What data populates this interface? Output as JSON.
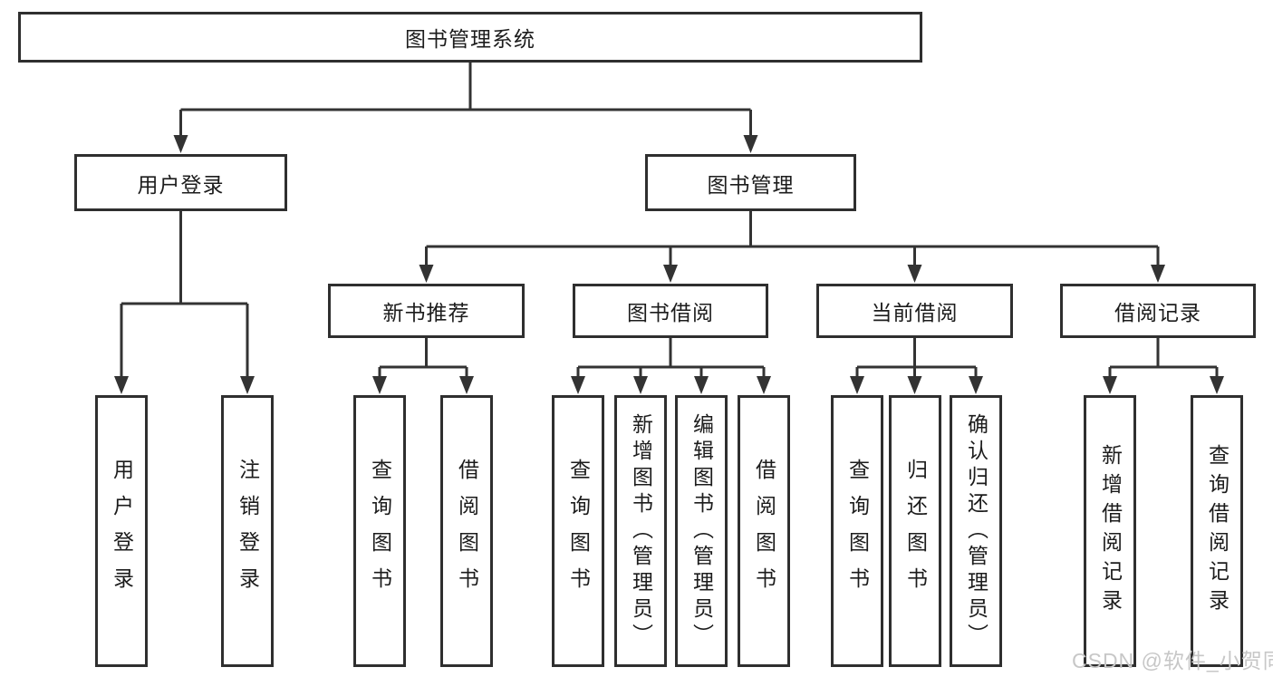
{
  "diagram": {
    "root": {
      "label": "图书管理系统"
    },
    "branches": [
      {
        "label": "用户登录",
        "children": [
          {
            "label": "用户登录"
          },
          {
            "label": "注销登录"
          }
        ]
      },
      {
        "label": "图书管理",
        "sections": [
          {
            "label": "新书推荐",
            "children": [
              {
                "label": "查询图书"
              },
              {
                "label": "借阅图书"
              }
            ]
          },
          {
            "label": "图书借阅",
            "children": [
              {
                "label": "查询图书"
              },
              {
                "label": "新增图书（管理员）"
              },
              {
                "label": "编辑图书（管理员）"
              },
              {
                "label": "借阅图书"
              }
            ]
          },
          {
            "label": "当前借阅",
            "children": [
              {
                "label": "查询图书"
              },
              {
                "label": "归还图书"
              },
              {
                "label": "确认归还（管理员）"
              }
            ]
          },
          {
            "label": "借阅记录",
            "children": [
              {
                "label": "新增借阅记录"
              },
              {
                "label": "查询借阅记录"
              }
            ]
          }
        ]
      }
    ]
  },
  "watermark": {
    "text": "CSDN @软件_小贺同学"
  },
  "colors": {
    "line": "#333333",
    "box_border": "#2f2f2f",
    "text": "#1c1c1c",
    "watermark": "#c7c7c7",
    "background": "#ffffff"
  }
}
